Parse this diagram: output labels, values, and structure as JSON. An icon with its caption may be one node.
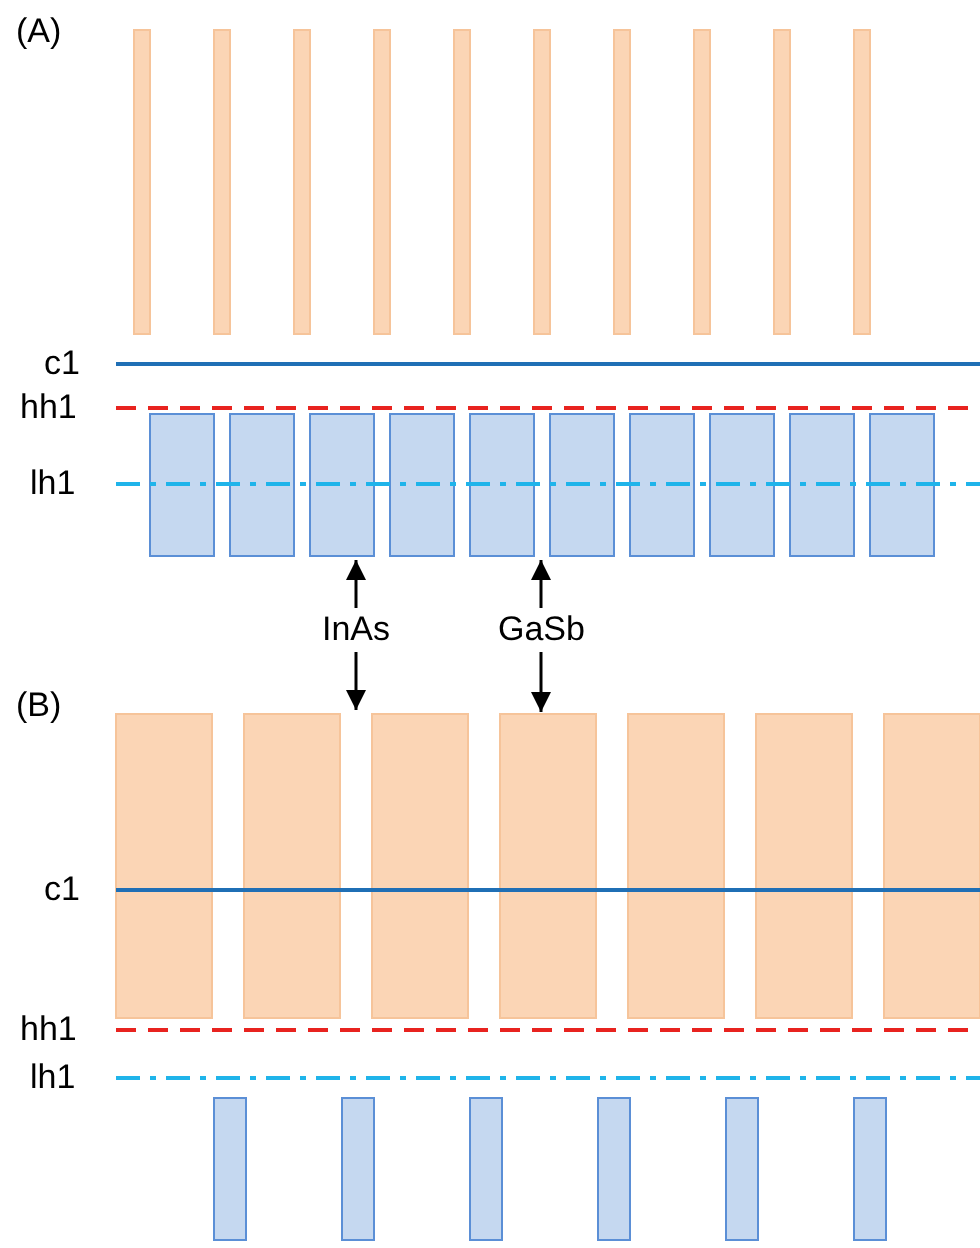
{
  "diagram": {
    "nodes": [
      {
        "text": [
          "InAs"
        ]
      },
      {
        "text": [
          "GaSb"
        ]
      }
    ],
    "edges": [
      {
        "from": 0,
        "to": null,
        "arrow": "to"
      },
      {
        "from": 0,
        "to": null,
        "arrow": "to"
      },
      {
        "from": 1,
        "to": null,
        "arrow": "to"
      },
      {
        "from": 1,
        "to": null,
        "arrow": "to"
      }
    ],
    "labels": [
      "(A)",
      "c1",
      "hh1",
      "lh1",
      "(B)",
      "c1",
      "hh1",
      "lh1"
    ]
  }
}
